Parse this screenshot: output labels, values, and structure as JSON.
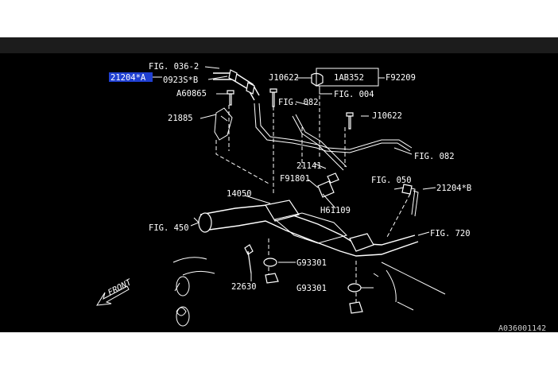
{
  "colors": {
    "background": "#000000",
    "lines": "#ffffff",
    "highlight": "#1f3fd1",
    "topbar": "#1c1c1c"
  },
  "labels": {
    "fig_036_2": "FIG. 036-2",
    "part_21204_a": "21204*A",
    "part_0923s_b": "0923S*B",
    "part_a60865": "A60865",
    "part_21885": "21885",
    "part_j10622_top": "J10622",
    "part_1ab352": "1AB352",
    "part_f92209": "F92209",
    "fig_004": "FIG. 004",
    "fig_082_a": "FIG. 082",
    "part_j10622_mid": "J10622",
    "fig_082_b": "FIG. 082",
    "part_21141": "21141",
    "part_f91801": "F91801",
    "fig_050": "FIG. 050",
    "part_21204_b": "21204*B",
    "part_14050": "14050",
    "part_h61109": "H61109",
    "fig_450": "FIG. 450",
    "fig_720": "FIG. 720",
    "part_g93301_a": "G93301",
    "part_22630": "22630",
    "part_g93301_b": "G93301",
    "front": "FRONT",
    "diagram_code": "A036001142"
  }
}
